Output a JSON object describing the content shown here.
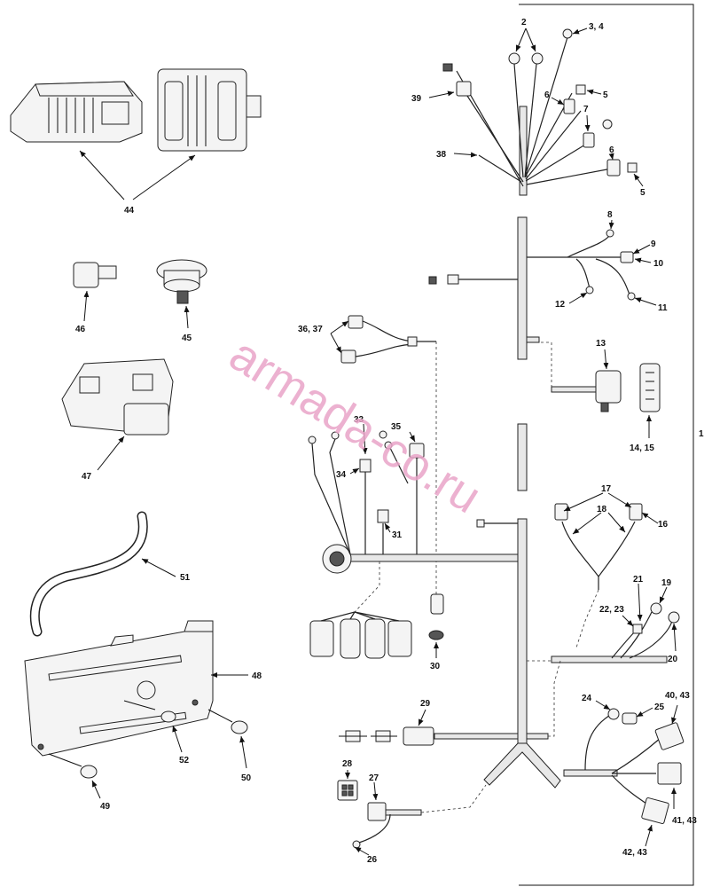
{
  "watermark": "armada-co.ru",
  "callouts": {
    "c1": "1",
    "c2": "2",
    "c3_4": "3, 4",
    "c5a": "5",
    "c5b": "5",
    "c6a": "6",
    "c6b": "6",
    "c7": "7",
    "c8": "8",
    "c9": "9",
    "c10": "10",
    "c11": "11",
    "c12": "12",
    "c13": "13",
    "c14_15": "14, 15",
    "c16": "16",
    "c17": "17",
    "c18": "18",
    "c19": "19",
    "c20": "20",
    "c21": "21",
    "c22_23": "22, 23",
    "c24": "24",
    "c25": "25",
    "c26": "26",
    "c27": "27",
    "c28": "28",
    "c29": "29",
    "c30": "30",
    "c31": "31",
    "c33": "33",
    "c34": "34",
    "c35": "35",
    "c36_37": "36, 37",
    "c38": "38",
    "c39": "39",
    "c40_43": "40, 43",
    "c41_43": "41, 43",
    "c42_43": "42, 43",
    "c44": "44",
    "c45": "45",
    "c46": "46",
    "c47": "47",
    "c48": "48",
    "c49": "49",
    "c50": "50",
    "c51": "51",
    "c52": "52"
  },
  "colors": {
    "watermark": "#e9a4c8",
    "line": "#111111"
  }
}
